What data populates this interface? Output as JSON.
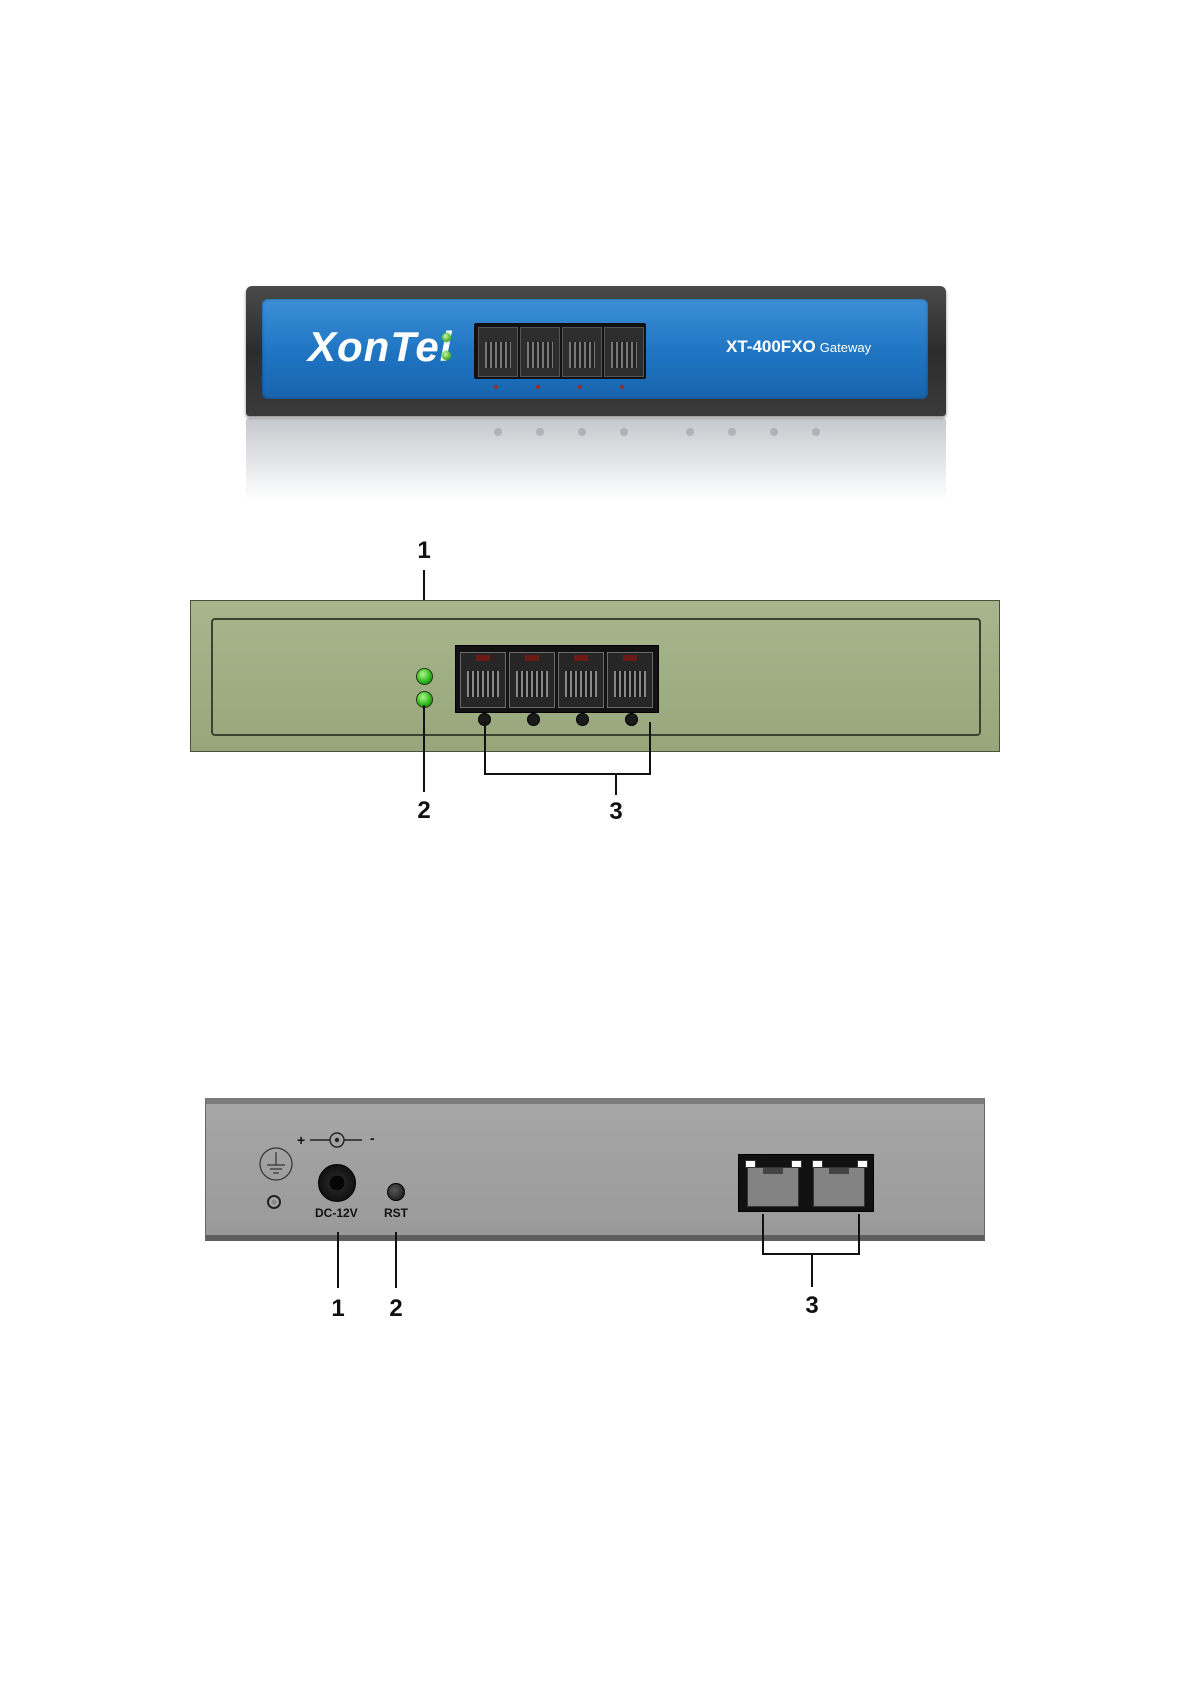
{
  "photo": {
    "brand": "XonTel",
    "model": "XT-400FXO",
    "model_suffix": "Gateway"
  },
  "front_panel": {
    "callouts": [
      "1",
      "2",
      "3"
    ]
  },
  "rear_panel": {
    "power_label": "DC-12V",
    "reset_label": "RST",
    "polarity_plus": "+",
    "polarity_minus": "-",
    "callouts": [
      "1",
      "2",
      "3"
    ]
  },
  "colors": {
    "faceplate_blue": "#1f74c2",
    "front_drawing": "#9fad84",
    "rear_drawing": "#a1a1a1",
    "led_green": "#29b418"
  }
}
